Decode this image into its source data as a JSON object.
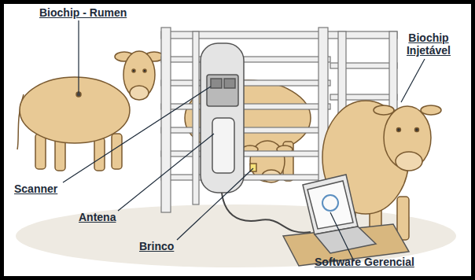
{
  "diagram": {
    "labels": [
      "Biochip - Rumen",
      "Biochip Injetável",
      "Scanner",
      "Antena",
      "Brinco",
      "Software Gerencial"
    ]
  }
}
